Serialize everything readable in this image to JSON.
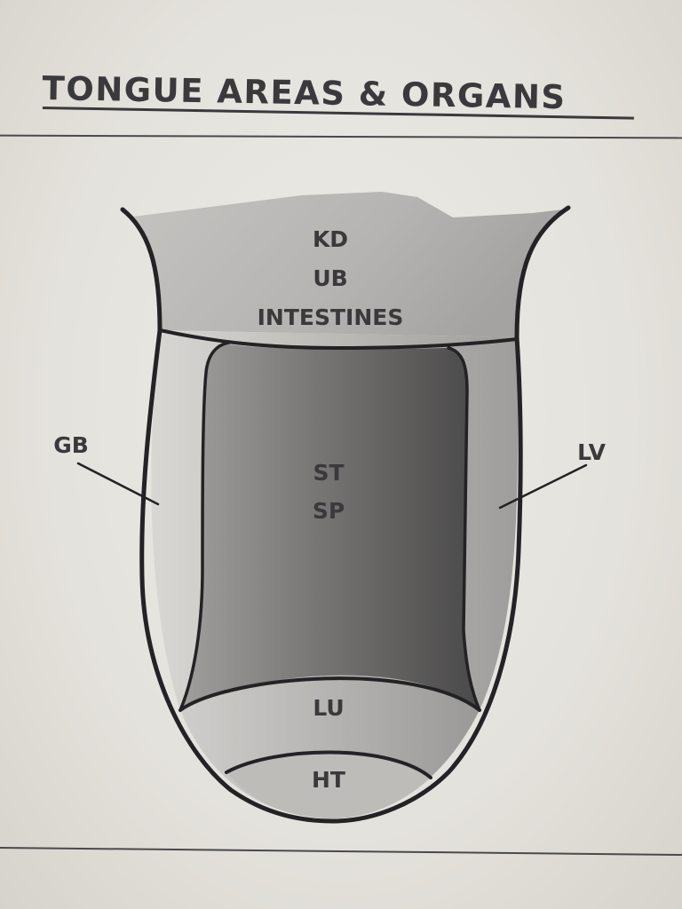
{
  "title": "TONGUE AREAS & ORGANS",
  "regions": {
    "root": [
      "KD",
      "UB",
      "INTESTINES"
    ],
    "center": [
      "ST",
      "SP"
    ],
    "tip_upper": "LU",
    "tip": "HT"
  },
  "side_labels": {
    "left": "GB",
    "right": "LV"
  }
}
